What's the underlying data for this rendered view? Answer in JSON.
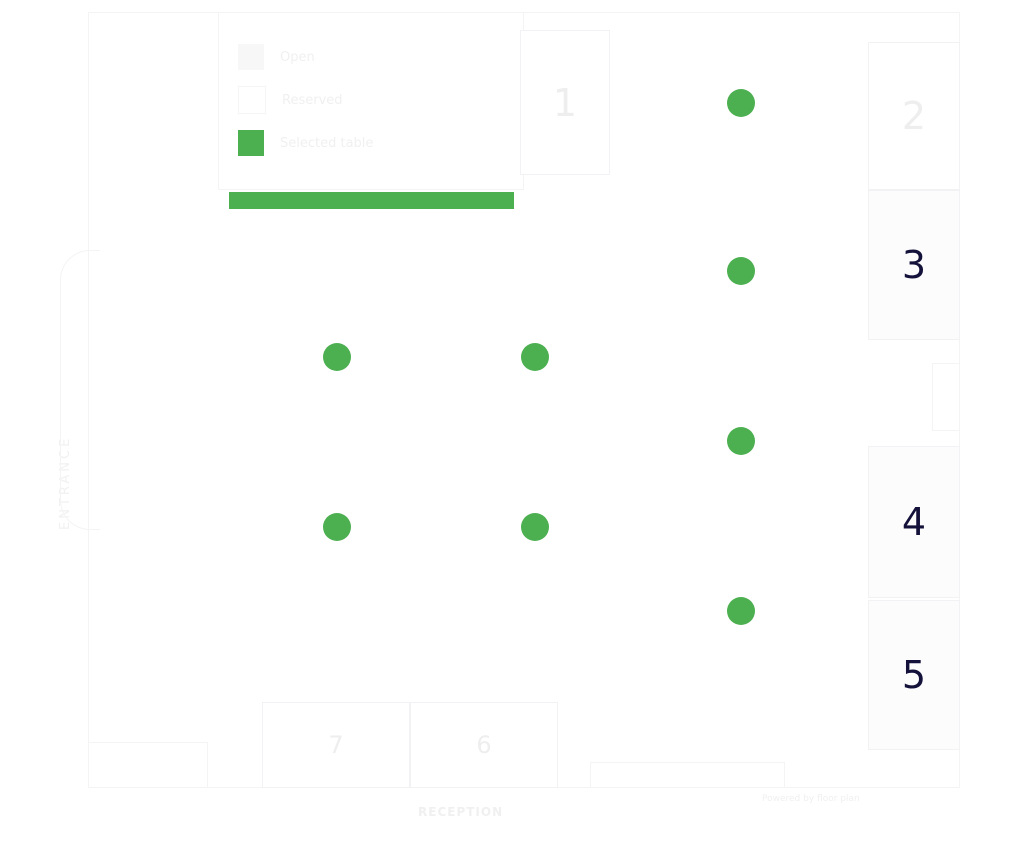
{
  "legend": {
    "items": [
      {
        "label": "Open",
        "color": "#f7f7f7"
      },
      {
        "label": "Reserved",
        "color": "#ffffff"
      },
      {
        "label": "Selected table",
        "color": "#4caf50"
      }
    ]
  },
  "selection_bar_color": "#4caf50",
  "side_label": "ENTRANCE",
  "rooms": [
    {
      "number": "1"
    },
    {
      "number": "2"
    },
    {
      "number": "3"
    },
    {
      "number": "4"
    },
    {
      "number": "5"
    },
    {
      "number": "6"
    },
    {
      "number": "7"
    }
  ],
  "tables": [
    {
      "id": "table-a",
      "status": "available"
    },
    {
      "id": "table-b",
      "status": "available"
    },
    {
      "id": "table-c",
      "status": "available"
    },
    {
      "id": "table-d",
      "status": "available"
    },
    {
      "id": "table-e",
      "status": "available"
    },
    {
      "id": "table-f",
      "status": "available"
    },
    {
      "id": "table-g",
      "status": "available"
    },
    {
      "id": "table-h",
      "status": "available"
    }
  ],
  "footer": {
    "reception_label": "RECEPTION",
    "credit": "Powered by floor plan"
  },
  "colors": {
    "accent": "#4caf50",
    "room_number": "#14123a"
  }
}
